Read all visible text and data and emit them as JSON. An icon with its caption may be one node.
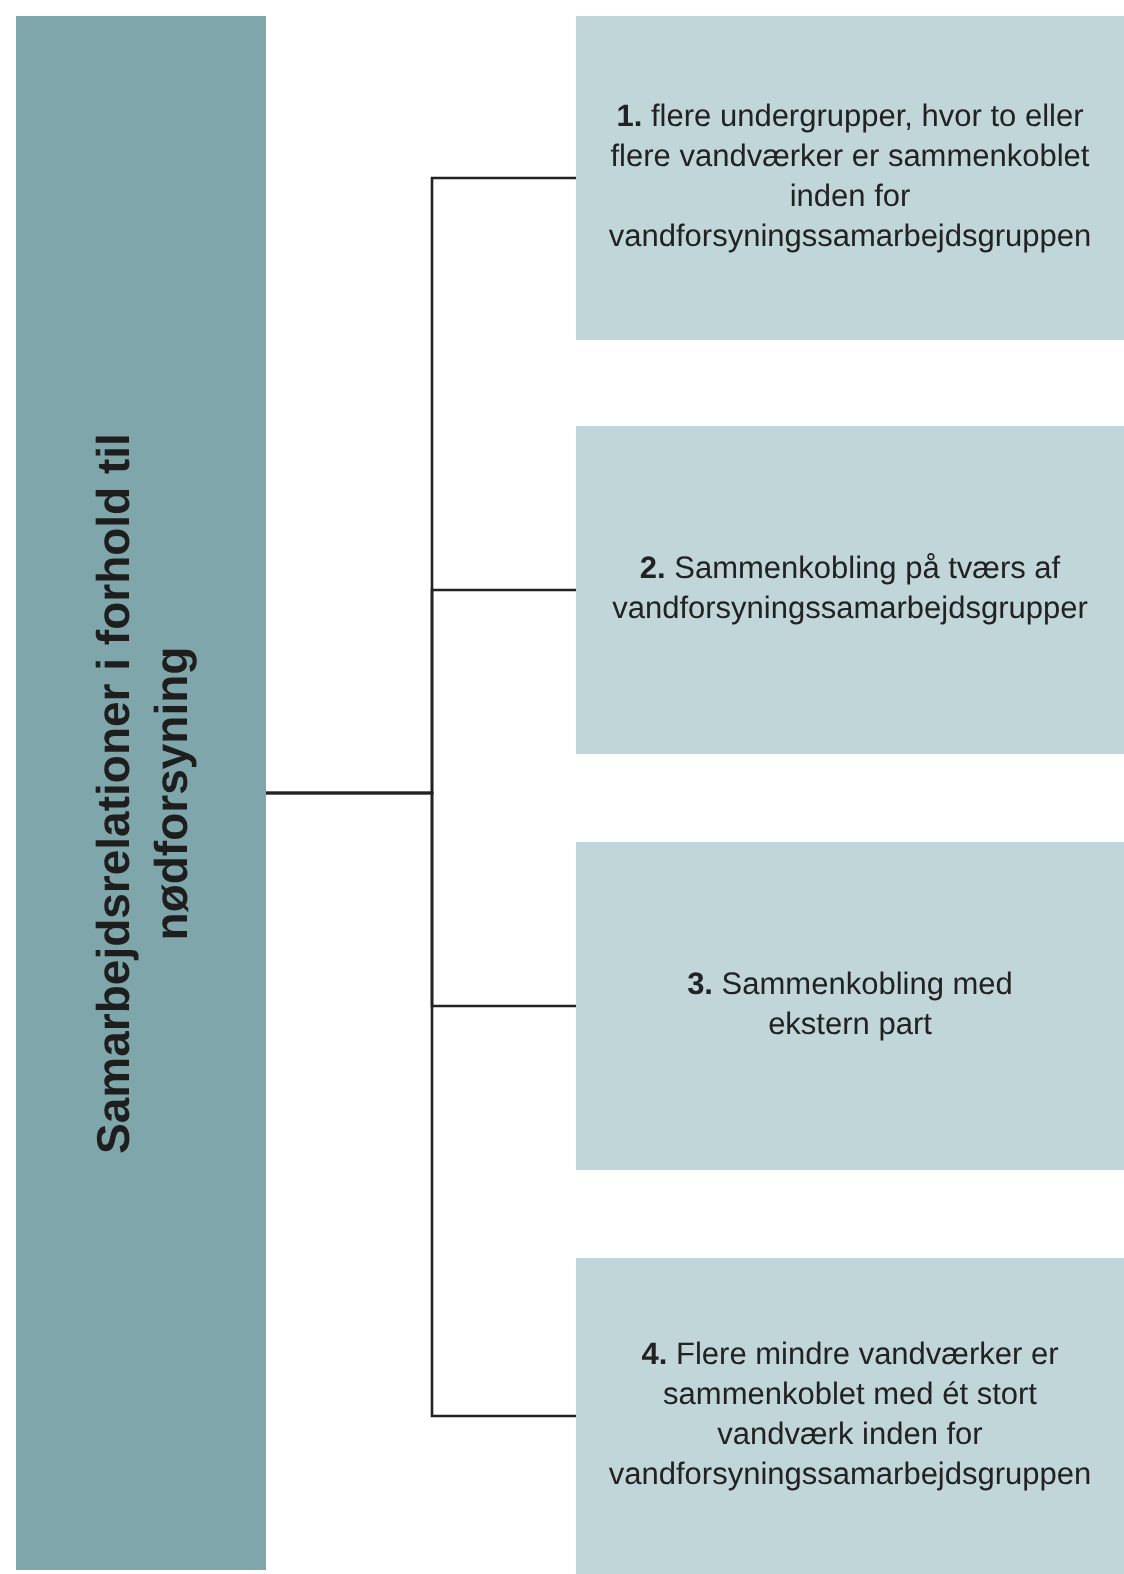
{
  "diagram": {
    "nodes": [
      {
        "text": [
          "Samarbejdsrelationer i forhold til nødforsyning"
        ]
      },
      {
        "text": [
          "**1.** flere undergrupper, hvor to eller flere vandværker er sammenkoblet inden for vandforsyningssamarbejdsgruppen"
        ]
      },
      {
        "text": [
          "**2.** Sammenkobling på tværs af vandforsyningssamarbejdsgrupper"
        ]
      },
      {
        "text": [
          "**3.** Sammenkobling med ekstern part"
        ]
      },
      {
        "text": [
          "**4.** Flere mindre vandværker er sammenkoblet med ét stort vandværk inden for vandforsyningssamarbejdsgruppen"
        ]
      }
    ],
    "edges": [
      {
        "from": 0,
        "to": 1,
        "arrow": "none"
      },
      {
        "from": 0,
        "to": 2,
        "arrow": "none"
      },
      {
        "from": 0,
        "to": 3,
        "arrow": "none"
      },
      {
        "from": 0,
        "to": 4,
        "arrow": "none"
      }
    ]
  }
}
